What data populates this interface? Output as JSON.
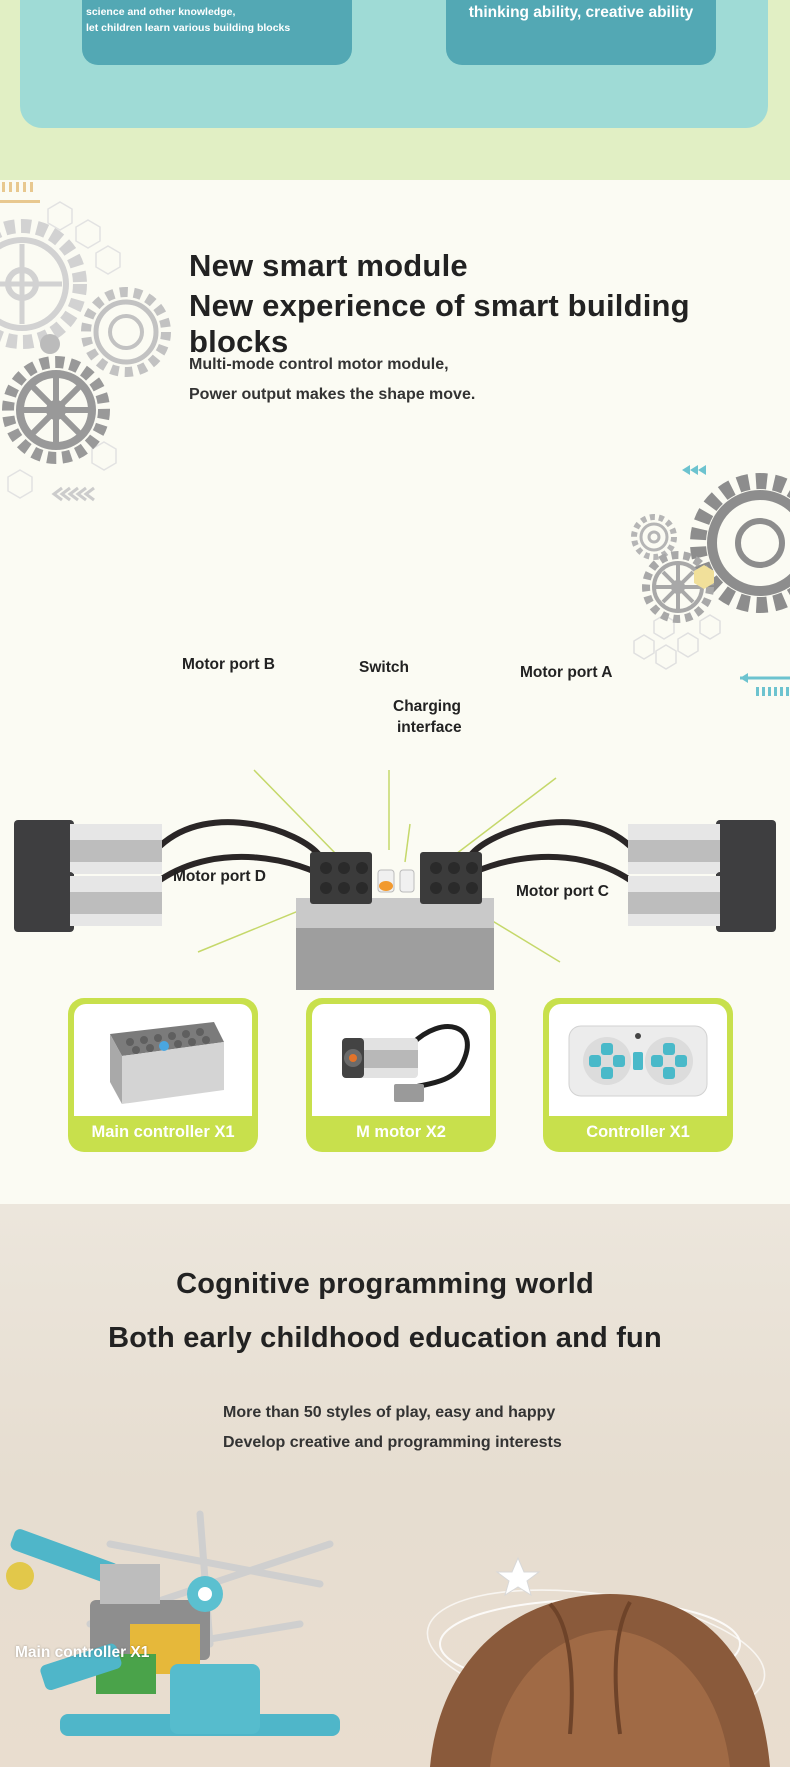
{
  "top": {
    "left_card_lines": [
      "science and other knowledge,",
      "let children learn various building blocks"
    ],
    "right_card_text": "thinking ability, creative ability"
  },
  "module": {
    "title_line1": "New smart module",
    "title_line2": "New experience of smart building blocks",
    "desc_line1": "Multi-mode control motor module,",
    "desc_line2": "Power output makes the shape move.",
    "labels": {
      "motor_port_b": "Motor port B",
      "switch": "Switch",
      "motor_port_a": "Motor port A",
      "charging_line1": "Charging",
      "charging_line2": "interface",
      "motor_port_d": "Motor port D",
      "motor_port_c": "Motor port C"
    }
  },
  "products": [
    {
      "caption": "Main controller X1",
      "icon": "battery-box-icon"
    },
    {
      "caption": "M motor X2",
      "icon": "motor-icon"
    },
    {
      "caption": "Controller X1",
      "icon": "remote-controller-icon"
    }
  ],
  "cognitive": {
    "title_line1": "Cognitive programming world",
    "title_line2": "Both early childhood education and fun",
    "desc_line1": "More than 50 styles of play, easy and happy",
    "desc_line2": "Develop creative and programming interests",
    "photo_caption": "Main controller X1"
  },
  "colors": {
    "teal_panel": "#9fdbd6",
    "teal_card": "#53a8b4",
    "lime": "#c8e04c",
    "cream": "#fbfbf3"
  }
}
